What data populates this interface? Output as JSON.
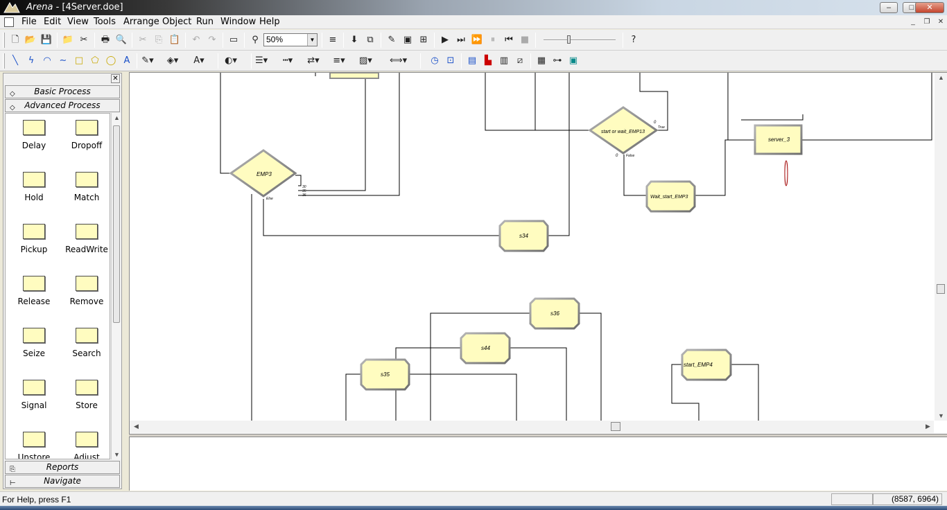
{
  "window": {
    "app_name": "Arena",
    "doc_title": " - [4Server.doe]",
    "controls": [
      "–",
      "□",
      "✕"
    ]
  },
  "menu": [
    "File",
    "Edit",
    "View",
    "Tools",
    "Arrange",
    "Object",
    "Run",
    "Window",
    "Help"
  ],
  "toolbar": {
    "zoom_value": "50%"
  },
  "project_bar": {
    "panels": {
      "basic": "Basic Process",
      "advanced": "Advanced Process",
      "reports": "Reports",
      "navigate": "Navigate"
    },
    "modules": [
      "Delay",
      "Dropoff",
      "Hold",
      "Match",
      "Pickup",
      "ReadWrite",
      "Release",
      "Remove",
      "Seize",
      "Search",
      "Signal",
      "Store",
      "Unstore",
      "Adjust"
    ]
  },
  "canvas": {
    "decide_emp3": {
      "name": "EMP3",
      "else": "Else",
      "ports": [
        "30",
        "35",
        "36"
      ]
    },
    "decide_emp13": {
      "name": "start or wait_EMP13",
      "true_label": "True",
      "false_label": "False",
      "t_count": "0",
      "f_count": "0"
    },
    "server_3": "server_3",
    "wait_start_emp3": "Wait_start_EMP3",
    "s34": "s34",
    "s36": "s36",
    "s44": "s44",
    "s35": "s35",
    "start_emp4": "start_EMP4"
  },
  "status": {
    "help_text": "For Help, press F1",
    "coordinates": "(8587, 6964)"
  },
  "colors": {
    "module_fill": "#fffcc0",
    "module_border": "#8c8c8c",
    "title_gradient_dark": "#0a0a0a"
  }
}
